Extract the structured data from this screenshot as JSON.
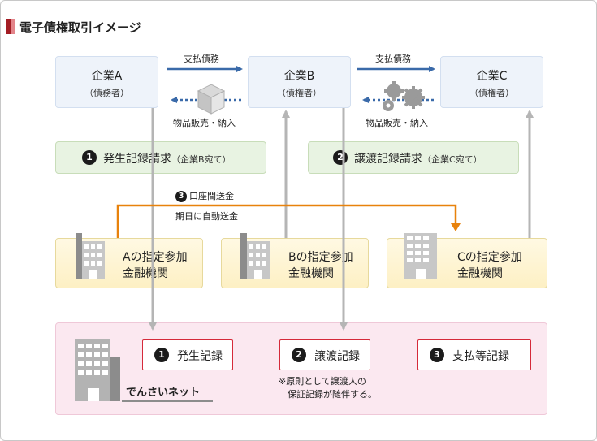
{
  "title": "電子債権取引イメージ",
  "companies": [
    {
      "name": "企業A",
      "role": "（債務者）"
    },
    {
      "name": "企業B",
      "role": "（債権者）"
    },
    {
      "name": "企業C",
      "role": "（債権者）"
    }
  ],
  "payment_label_1": "支払債務",
  "payment_label_2": "支払債務",
  "goods_label_1": "物品販売・納入",
  "goods_label_2": "物品販売・納入",
  "step1": {
    "num": "1",
    "text": "発生記録請求",
    "sub": "（企業B宛て）"
  },
  "step2": {
    "num": "2",
    "text": "譲渡記録請求",
    "sub": "（企業C宛て）"
  },
  "transfer": {
    "num": "3",
    "text": "口座間送金",
    "sub": "期日に自動送金"
  },
  "banks": [
    {
      "l1": "Aの指定参加",
      "l2": "金融機関"
    },
    {
      "l1": "Bの指定参加",
      "l2": "金融機関"
    },
    {
      "l1": "Cの指定参加",
      "l2": "金融機関"
    }
  ],
  "records": [
    {
      "num": "1",
      "text": "発生記録"
    },
    {
      "num": "2",
      "text": "譲渡記録"
    },
    {
      "num": "3",
      "text": "支払等記録"
    }
  ],
  "net_name": "でんさいネット",
  "note_line1": "※原則として譲渡人の",
  "note_line2": "保証記録が随伴する。",
  "colors": {
    "accent": "#a31d24",
    "arrow_blue": "#3a6aa9",
    "arrow_gray": "#b5b5b5",
    "arrow_orange": "#e8820c",
    "record_border": "#d52a3a"
  }
}
